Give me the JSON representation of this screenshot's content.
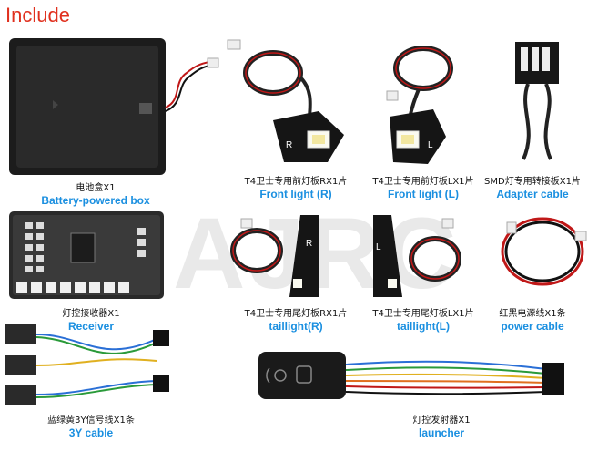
{
  "header": {
    "title": "Include"
  },
  "watermark": "AJRC",
  "items": [
    {
      "cn": "电池盒X1",
      "en": "Battery-powered box"
    },
    {
      "cn": "T4卫士专用前灯板RX1片",
      "en": "Front light (R)"
    },
    {
      "cn": "T4卫士专用前灯板LX1片",
      "en": "Front light (L)"
    },
    {
      "cn": "SMD灯专用转接板X1片",
      "en": "Adapter cable"
    },
    {
      "cn": "灯控接收器X1",
      "en": "Receiver"
    },
    {
      "cn": "T4卫士专用尾灯板RX1片",
      "en": "taillight(R)"
    },
    {
      "cn": "T4卫士专用尾灯板LX1片",
      "en": "taillight(L)"
    },
    {
      "cn": "红黑电源线X1条",
      "en": "power cable"
    },
    {
      "cn": "蓝绿黄3Y信号线X1条",
      "en": "3Y cable"
    },
    {
      "cn": "灯控发射器X1",
      "en": "launcher"
    }
  ],
  "board_marks": {
    "front_r": "R",
    "front_l": "L",
    "tail_r": "R",
    "tail_l": "L"
  }
}
